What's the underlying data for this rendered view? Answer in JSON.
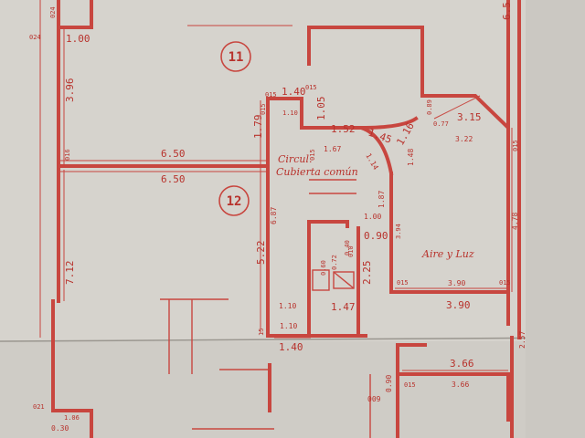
{
  "units": {
    "unit_11": "11",
    "unit_12": "12"
  },
  "labels": {
    "circulation_line1": "Circul.",
    "circulation_line2": "Cubierta común",
    "light_well": "Aire y Luz"
  },
  "dimensions": {
    "d_6_50_top": "6.50",
    "d_6_50_bottom": "6.50",
    "d_3_96": "3.96",
    "d_7_12": "7.12",
    "d_1_00_top": "1.00",
    "d_1_40_top": "1.40",
    "d_1_40_bottom": "1.40",
    "d_1_10_a": "1.10",
    "d_1_05": "1.05",
    "d_1_52": "1.52",
    "d_1_45": "1.45",
    "d_1_16": "1.16",
    "d_1_79": "1.79",
    "d_1_67": "1.67",
    "d_1_14": "1.14",
    "d_1_48": "1.48",
    "d_1_87": "1.87",
    "d_1_00_mid": "1.00",
    "d_3_94": "3.94",
    "d_6_87": "6.87",
    "d_5_22": "5.22",
    "d_0_90": "0.90",
    "d_2_25": "2.25",
    "d_1_47": "1.47",
    "d_1_10_b": "1.10",
    "d_1_10_c": "1.10",
    "d_3_90_top": "3.90",
    "d_3_90_bottom": "3.90",
    "d_3_15": "3.15",
    "d_3_22": "3.22",
    "d_4_78": "4.78",
    "d_6_5": "6.5",
    "d_3_66_top": "3.66",
    "d_3_66_bottom": "3.66",
    "d_0_90_low": "0.90",
    "d_2_57": "2.57",
    "d_0_30": "0.30",
    "d_1_06": "1.06",
    "d_0_72": "0.72",
    "d_0_40": "0.40",
    "d_0_60": "0.60",
    "d_0_89": "0.89",
    "d_0_77": "0.77",
    "d_0_24_top": "024",
    "d_0_24_left": "024",
    "d_0_16": "016",
    "d_0_15_a": "015",
    "d_0_15_b": "015",
    "d_0_15_c": "015",
    "d_0_15_d": "015",
    "d_0_15_e": "015",
    "d_0_15_f": "015",
    "d_0_15_g": "015",
    "d_0_15_h": "015",
    "d_0_10": "010",
    "d_0_09": "009",
    "d_0_21": "021",
    "d_0_15_bottom": "15"
  },
  "colors": {
    "ink": "#c8463f",
    "paper": "#d6d3cd"
  }
}
